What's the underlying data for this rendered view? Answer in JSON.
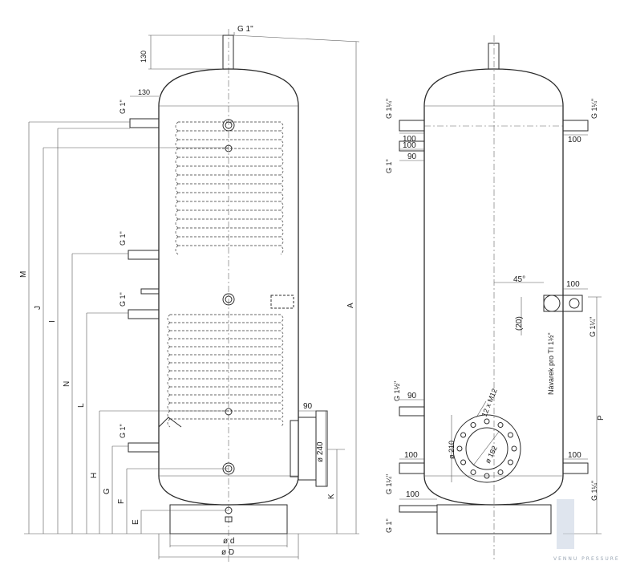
{
  "left_view": {
    "top_connection": "G 1\"",
    "top_height": "130",
    "upper_side_length": "130",
    "port_labels": [
      "G 1\"",
      "G 1\"",
      "G 1\"",
      "G 1\""
    ],
    "level_labels": [
      "M",
      "J",
      "I",
      "N",
      "L",
      "H",
      "G",
      "F",
      "E"
    ],
    "overall_height": "A",
    "flange_offset": "90",
    "flange_diameter": "ø 240",
    "flange_height": "K",
    "inner_diameter": "ø d",
    "outer_diameter": "ø D"
  },
  "right_view": {
    "upper_thread_left": "G 1¼\"",
    "upper_thread_right": "G 1¼\"",
    "upper_length_left": "100",
    "upper_length_right": "100",
    "second_length": "100",
    "second_offset": "90",
    "second_thread": "G 1\"",
    "angle": "45°",
    "sensor_length": "100",
    "sensor_offset": "(20)",
    "sensor_thread": "G 1¼\"",
    "sensor_label": "Návarek pro TI 1½\"",
    "mid_thread": "G 1½\"",
    "mid_offset": "90",
    "bolt_count": "12 x M12",
    "flange_outer": "ø 210",
    "flange_bolt_circle": "ø 182",
    "height_label": "P",
    "lower_length_left": "100",
    "lower_length_right": "100",
    "lower_thread_left": "G 1¼\"",
    "lower_thread_right": "G 1¼\"",
    "bottom_length": "100",
    "bottom_thread": "G 1\""
  },
  "watermark": {
    "text": "VENNU PRESSURE"
  }
}
